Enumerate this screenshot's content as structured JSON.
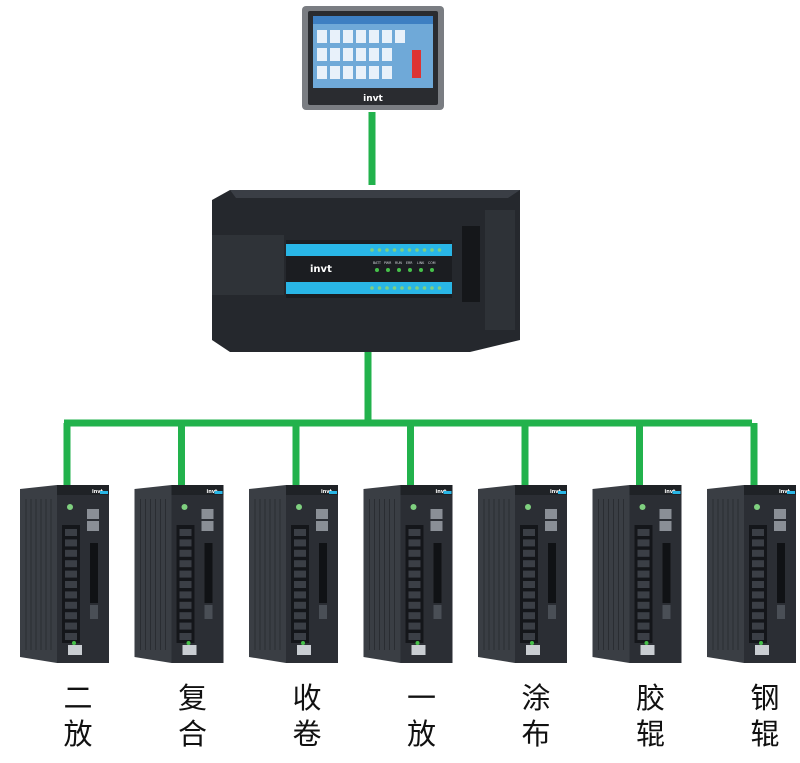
{
  "hmi": {
    "brand": "invt"
  },
  "plc": {
    "brand": "invt",
    "indicators": [
      "BATT",
      "PWR",
      "RUN",
      "ERR",
      "LINK",
      "COM"
    ]
  },
  "drives": [
    {
      "brand": "invt",
      "line1": "二",
      "line2": "放"
    },
    {
      "brand": "invt",
      "line1": "复",
      "line2": "合"
    },
    {
      "brand": "invt",
      "line1": "收",
      "line2": "卷"
    },
    {
      "brand": "invt",
      "line1": "一",
      "line2": "放"
    },
    {
      "brand": "invt",
      "line1": "涂",
      "line2": "布"
    },
    {
      "brand": "invt",
      "line1": "胶",
      "line2": "辊"
    },
    {
      "brand": "invt",
      "line1": "钢",
      "line2": "辊"
    }
  ],
  "colors": {
    "bus_line": "#22b24c",
    "device_body": "#2b2e34",
    "device_dark": "#1c1e22",
    "plc_stripe": "#29b6e6",
    "hmi_frame": "#7a7d82",
    "hmi_screen": "#6fa9d8",
    "hmi_tile": "#e8f1fa",
    "led_green": "#7fd07f",
    "label_text": "#111111"
  },
  "icons": {
    "hmi": "touch-panel-icon",
    "plc": "plc-controller-icon",
    "drive": "servo-drive-icon"
  }
}
